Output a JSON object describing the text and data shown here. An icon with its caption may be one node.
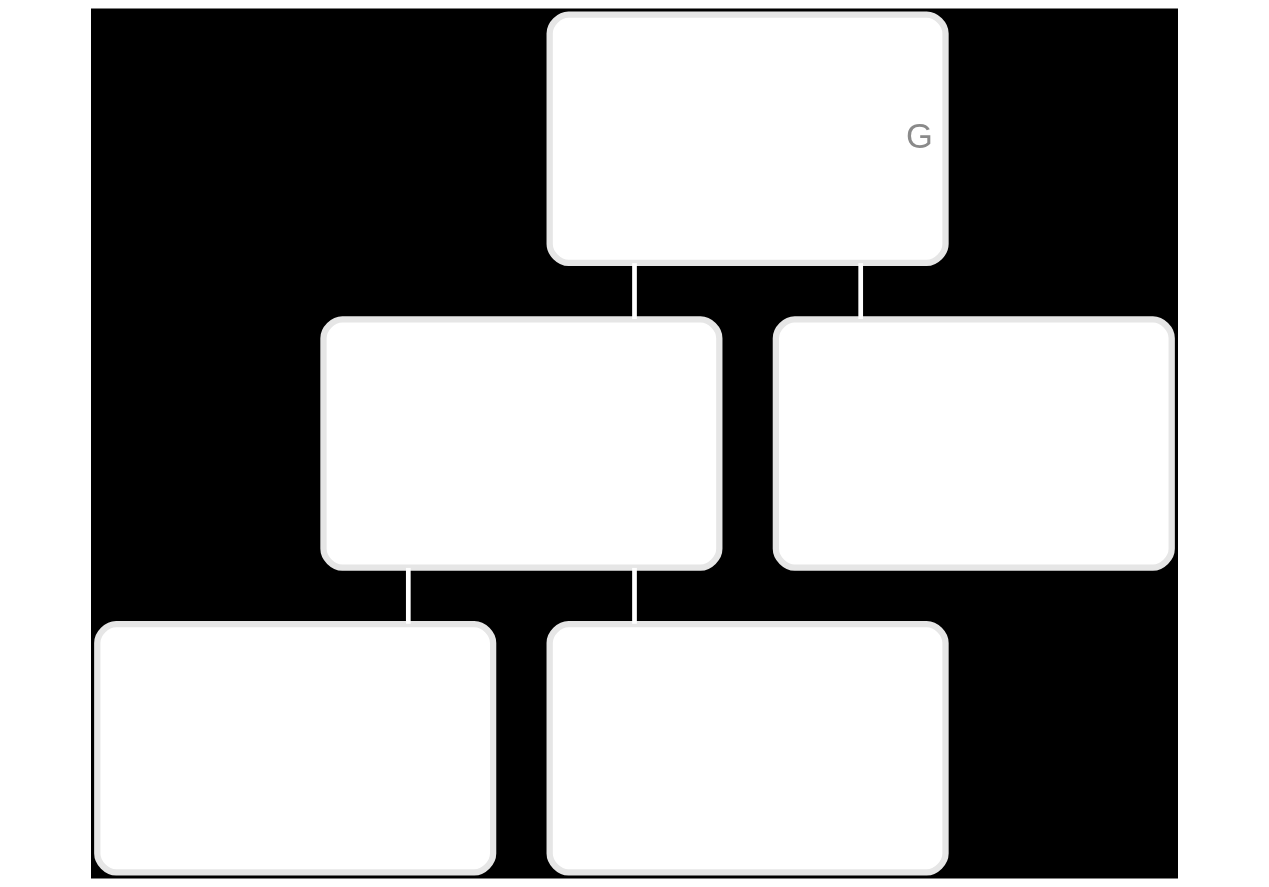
{
  "diagram": {
    "nodes": [
      {
        "text": [
          "G"
        ]
      },
      {
        "text": [],
        "shape": "box"
      },
      {
        "text": [],
        "shape": "box"
      },
      {
        "text": [],
        "shape": "box"
      },
      {
        "text": [],
        "shape": "box"
      }
    ],
    "edges": [
      {
        "from": 0,
        "to": 1,
        "arrow": "none"
      },
      {
        "from": 0,
        "to": 2,
        "arrow": "none"
      },
      {
        "from": 1,
        "to": 3,
        "arrow": "none"
      },
      {
        "from": 1,
        "to": 4,
        "arrow": "none"
      }
    ]
  }
}
